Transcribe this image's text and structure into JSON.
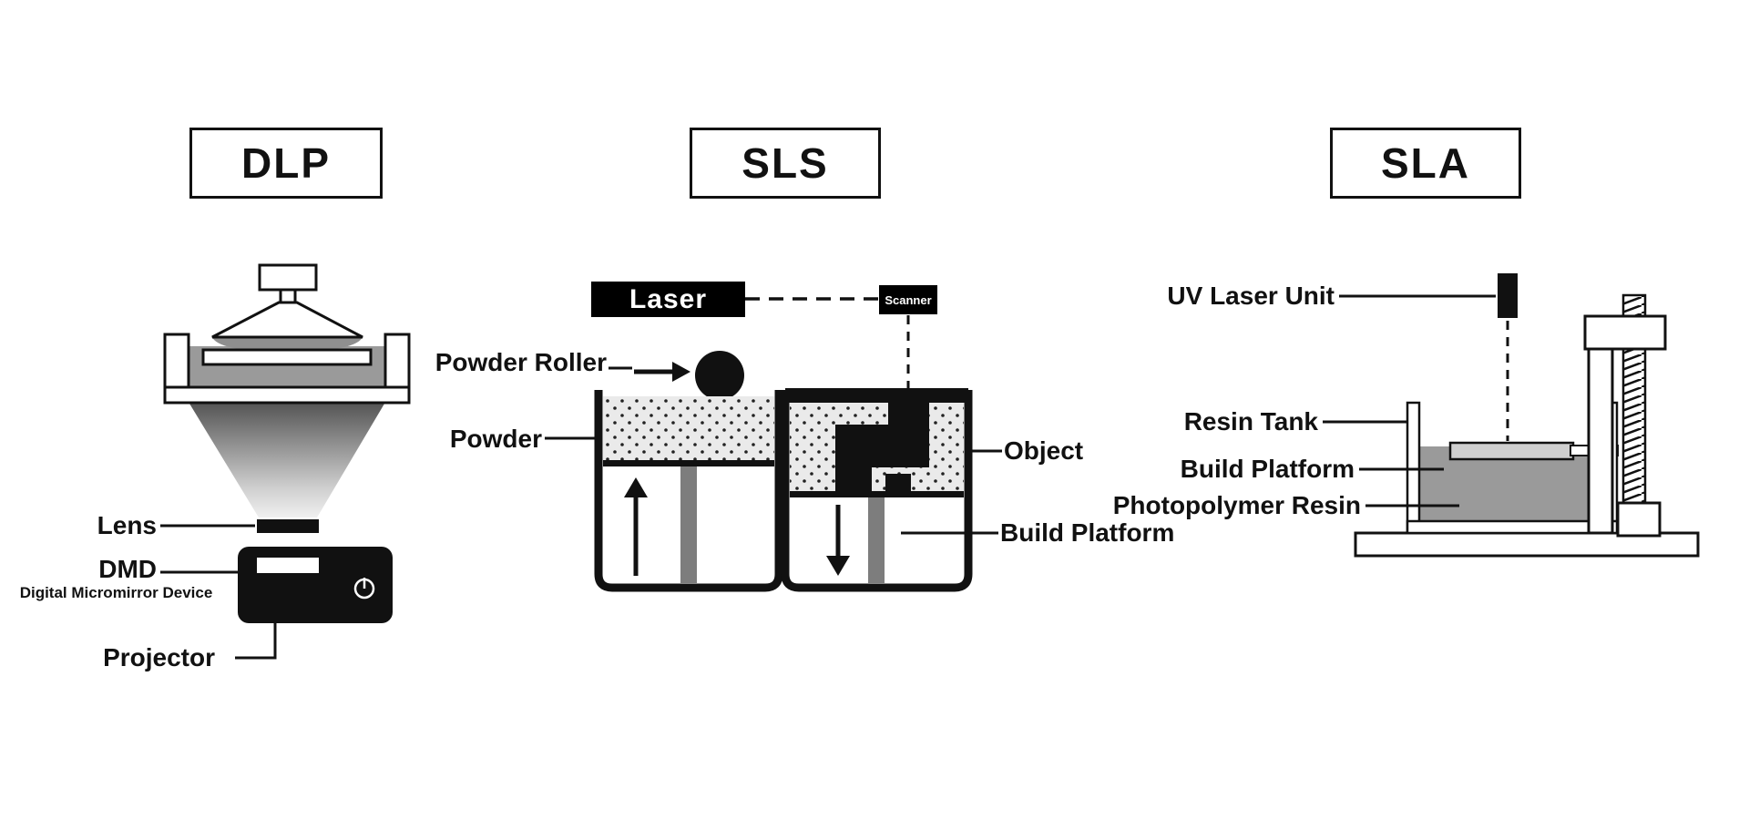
{
  "dlp": {
    "title": "DLP",
    "labels": {
      "lens": "Lens",
      "dmd": "DMD",
      "dmd_full": "Digital Micromirror Device",
      "projector": "Projector"
    }
  },
  "sls": {
    "title": "SLS",
    "labels": {
      "laser": "Laser",
      "scanner": "Scanner",
      "powder_roller": "Powder Roller",
      "powder": "Powder",
      "object": "Object",
      "build_platform": "Build Platform"
    }
  },
  "sla": {
    "title": "SLA",
    "labels": {
      "uv_laser_unit": "UV Laser Unit",
      "resin_tank": "Resin Tank",
      "build_platform": "Build Platform",
      "photopolymer_resin": "Photopolymer Resin"
    }
  },
  "colors": {
    "ink": "#111111",
    "resin_gray": "#9a9a9a",
    "powder_gray": "#eaeaea",
    "platform_gray": "#cfcfcf",
    "piston_gray": "#7d7d7d"
  }
}
